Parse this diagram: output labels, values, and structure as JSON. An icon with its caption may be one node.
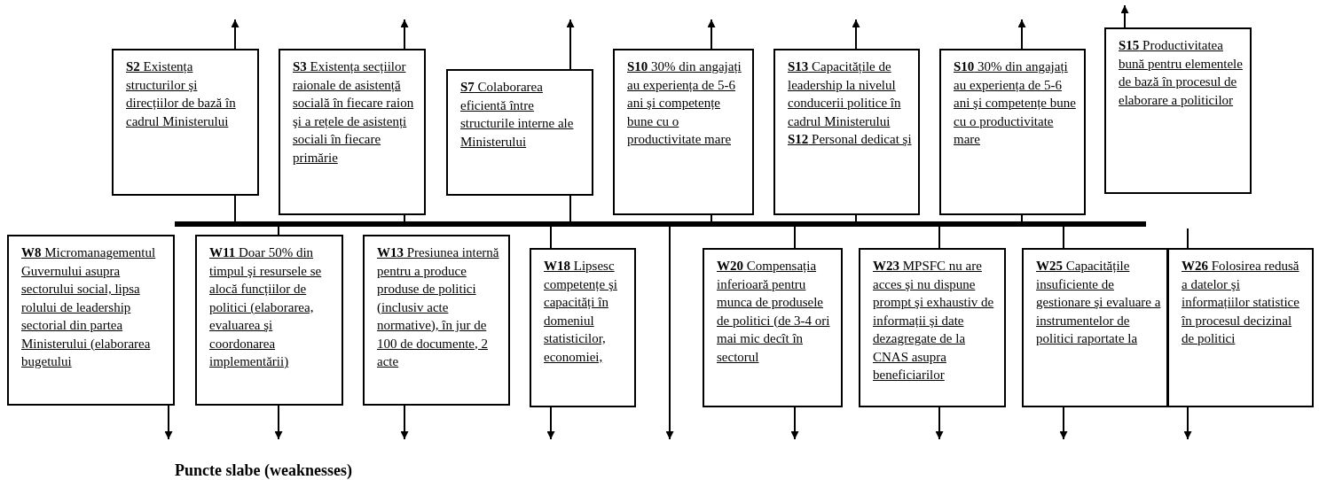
{
  "diagram": {
    "nodes": [
      {
        "text": [
          "**S2** Existența structurilor şi direcțiilor de bază în cadrul Ministerului"
        ]
      },
      {
        "text": [
          "**S3** Existența secțiilor raionale de asistență socială în fiecare raion şi a rețele de asistenți sociali în fiecare primărie"
        ]
      },
      {
        "text": [
          "**S7** Colaborarea eficientă între structurile interne ale Ministerului"
        ]
      },
      {
        "text": [
          "**S10** 30% din angajați au experiența de 5-6 ani şi competențe bune cu o productivitate mare"
        ]
      },
      {
        "text": [
          "**S13** Capacitățile de leadership la nivelul conducerii politice în cadrul Ministerului",
          "**S12** Personal dedicat şi"
        ]
      },
      {
        "text": [
          "**S10** 30% din angajați au experiența de 5-6 ani şi competențe bune cu o productivitate mare"
        ]
      },
      {
        "text": [
          "**S15** Productivitatea bună pentru elementele de bază în procesul de elaborare a politicilor"
        ]
      },
      {
        "text": [],
        "shape": "bar"
      },
      {
        "text": [
          "**W8** Micromanagementul Guvernului asupra sectorului social, lipsa rolului de leadership sectorial din partea Ministerului (elaborarea bugetului"
        ]
      },
      {
        "text": [
          "**W11** Doar 50% din timpul şi resursele se alocă funcțiilor de politici (elaborarea, evaluarea şi coordonarea implementării)"
        ]
      },
      {
        "text": [
          "**W13** Presiunea internă pentru a produce produse de politici (inclusiv acte normative), în jur de 100 de documente, 2 acte"
        ]
      },
      {
        "text": [
          "**W18** Lipsesc competențe şi capacități în domeniul statisticilor, economiei,"
        ]
      },
      {
        "text": [
          "**W20** Compensația inferioară pentru munca de produsele de politici (de 3-4 ori mai mic decît în sectorul"
        ]
      },
      {
        "text": [
          "**W23** MPSFC nu are acces şi nu dispune prompt şi exhaustiv de informații şi date dezagregate de la CNAS asupra beneficiarilor"
        ]
      },
      {
        "text": [
          "**W25** Capacitățile insuficiente de gestionare şi evaluare a instrumentelor de politici raportate la"
        ]
      },
      {
        "text": [
          "**W26** Folosirea redusă a datelor şi informațiilor statistice în procesul decizinal de politici"
        ]
      }
    ],
    "edges": [
      {
        "from": 0,
        "to": 7,
        "arrow": "none"
      },
      {
        "from": 0,
        "to": null,
        "arrow": "to"
      },
      {
        "from": 1,
        "to": 7,
        "arrow": "none"
      },
      {
        "from": 1,
        "to": null,
        "arrow": "to"
      },
      {
        "from": 2,
        "to": 7,
        "arrow": "none"
      },
      {
        "from": 2,
        "to": null,
        "arrow": "to"
      },
      {
        "from": 3,
        "to": 7,
        "arrow": "none"
      },
      {
        "from": 3,
        "to": null,
        "arrow": "to"
      },
      {
        "from": 4,
        "to": 7,
        "arrow": "none"
      },
      {
        "from": 4,
        "to": null,
        "arrow": "to"
      },
      {
        "from": 5,
        "to": 7,
        "arrow": "none"
      },
      {
        "from": 5,
        "to": null,
        "arrow": "to"
      },
      {
        "from": 6,
        "to": null,
        "arrow": "to"
      },
      {
        "from": 8,
        "to": null,
        "arrow": "to"
      },
      {
        "from": 7,
        "to": 9,
        "arrow": "none"
      },
      {
        "from": 9,
        "to": null,
        "arrow": "to"
      },
      {
        "from": 10,
        "to": null,
        "arrow": "to"
      },
      {
        "from": 7,
        "to": 11,
        "arrow": "none"
      },
      {
        "from": 11,
        "to": null,
        "arrow": "to"
      },
      {
        "from": 7,
        "to": null,
        "arrow": "to"
      },
      {
        "from": 7,
        "to": 12,
        "arrow": "none"
      },
      {
        "from": 12,
        "to": null,
        "arrow": "to"
      },
      {
        "from": 7,
        "to": 13,
        "arrow": "none"
      },
      {
        "from": 13,
        "to": null,
        "arrow": "to"
      },
      {
        "from": 7,
        "to": 14,
        "arrow": "none"
      },
      {
        "from": 14,
        "to": null,
        "arrow": "to"
      },
      {
        "from": null,
        "to": 15,
        "arrow": "none"
      },
      {
        "from": 15,
        "to": null,
        "arrow": "to"
      }
    ],
    "labels": [
      "Puncte slabe (weaknesses)"
    ]
  }
}
